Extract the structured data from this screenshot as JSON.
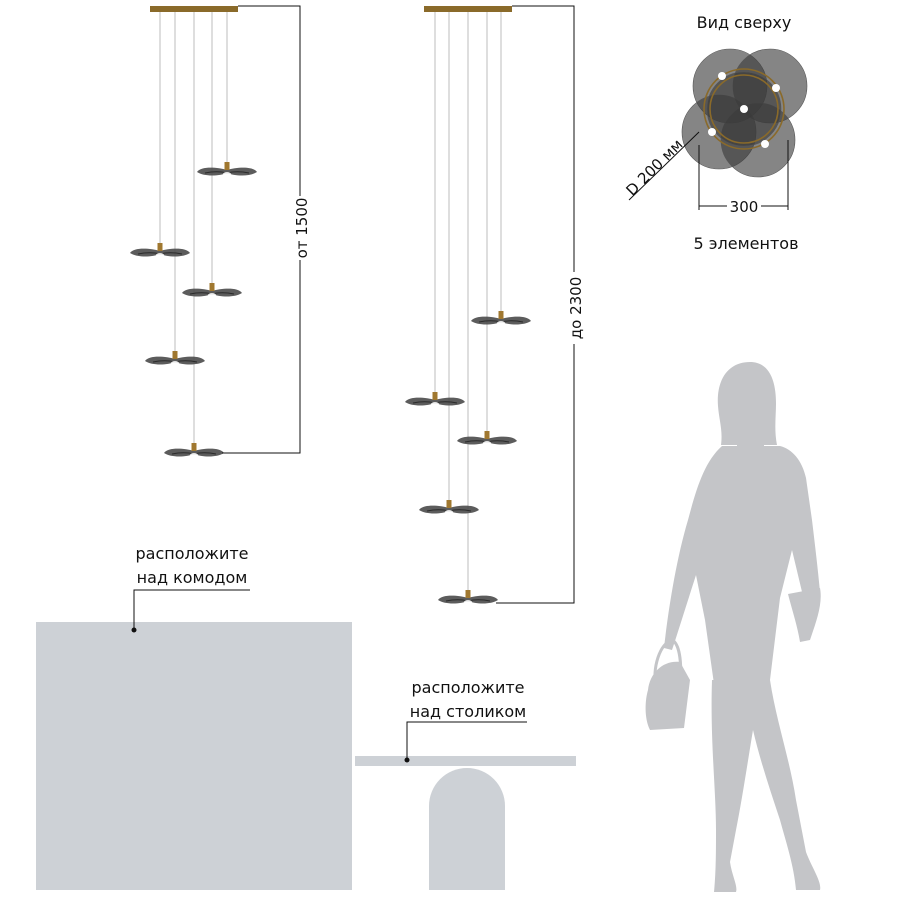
{
  "top_view": {
    "title": "Вид сверху",
    "diameter_label": "D 200 мм",
    "width_label": "300",
    "elements_label": "5 элементов"
  },
  "dimensions": {
    "min_height_label": "от 1500",
    "max_height_label": "до 2300"
  },
  "placements": {
    "dresser_line1": "расположите",
    "dresser_line2": "над комодом",
    "table_line1": "расположите",
    "table_line2": "над столиком"
  },
  "colors": {
    "canopy": "#8a6a2a",
    "brass": "#a07830",
    "petal": "#4a4a4a",
    "glass": "#3a3a3a",
    "furniture": "#cdd1d6",
    "silhouette": "#c4c5c8",
    "line": "#111111"
  }
}
